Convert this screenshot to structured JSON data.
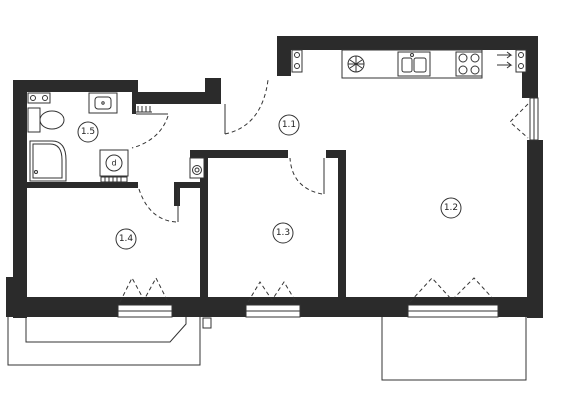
{
  "floorplan": {
    "rooms": [
      {
        "id": "1.1"
      },
      {
        "id": "1.2"
      },
      {
        "id": "1.3"
      },
      {
        "id": "1.4"
      },
      {
        "id": "1.5"
      }
    ]
  },
  "icons": [
    "sink-icon",
    "toilet-icon",
    "shower-icon",
    "washing-machine-icon",
    "boiler-icon",
    "stove-icon",
    "kitchen-sink-icon",
    "cooktop-icon",
    "radiator-icon",
    "ventilation-icon"
  ]
}
